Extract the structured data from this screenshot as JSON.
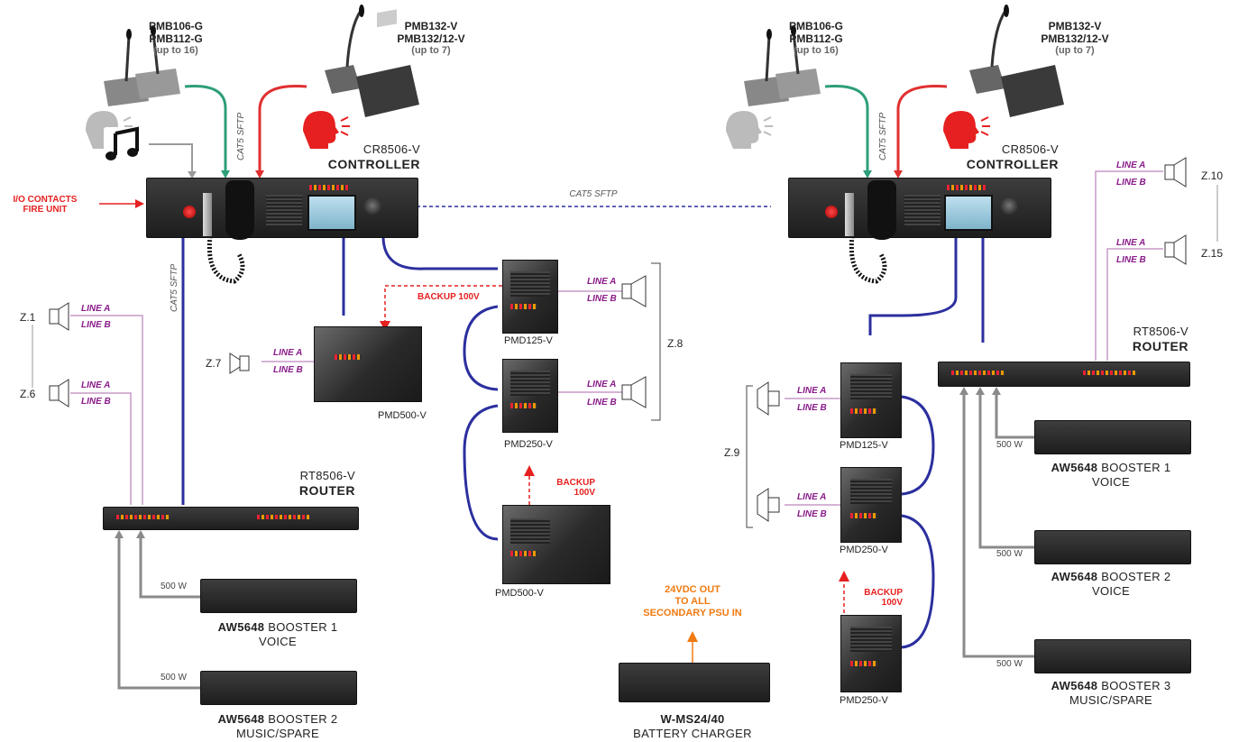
{
  "colors": {
    "line_label": "#8a1c8a",
    "alert": "#e62020",
    "charger_note": "#f07a10",
    "cat5_blue": "#2b2f9e",
    "green_cable": "#2e9e7a",
    "red_cable": "#e03030",
    "speaker_wire": "#c79ac7"
  },
  "left": {
    "pmb_std": {
      "line1": "PMB106-G",
      "line2": "PMB112-G",
      "note": "(up to 16)"
    },
    "pmb_v": {
      "line1": "PMB132-V",
      "line2": "PMB132/12-V",
      "note": "(up to 7)"
    },
    "cable_vertical": "CAT5 SFTP",
    "cable_router": "CAT5 SFTP",
    "controller": {
      "model": "CR8506-V",
      "name": "CONTROLLER"
    },
    "io_contacts": {
      "line1": "I/O CONTACTS",
      "line2": "FIRE UNIT"
    },
    "zone1": {
      "name": "Z.1",
      "line_a": "LINE A",
      "line_b": "LINE B"
    },
    "zone6": {
      "name": "Z.6",
      "line_a": "LINE A",
      "line_b": "LINE B"
    },
    "zone7": {
      "name": "Z.7",
      "line_a": "LINE A",
      "line_b": "LINE B"
    },
    "zone8": {
      "name": "Z.8",
      "line_a1": "LINE A",
      "line_b1": "LINE B",
      "line_a2": "LINE A",
      "line_b2": "LINE B"
    },
    "pmd500_top": "PMD500-V",
    "pmd125": "PMD125-V",
    "pmd250": "PMD250-V",
    "pmd500_bottom": "PMD500-V",
    "backup_100v_a": "BACKUP 100V",
    "backup_100v_b": {
      "line1": "BACKUP",
      "line2": "100V"
    },
    "router": {
      "model": "RT8506-V",
      "name": "ROUTER"
    },
    "booster1": {
      "watts": "500 W",
      "model": "AW5648",
      "role": "BOOSTER 1",
      "sub": "VOICE"
    },
    "booster2": {
      "watts": "500 W",
      "model": "AW5648",
      "role": "BOOSTER 2",
      "sub": "MUSIC/SPARE"
    }
  },
  "link_cable": "CAT5 SFTP",
  "charger": {
    "note_line1": "24VDC OUT",
    "note_line2": "TO ALL",
    "note_line3": "SECONDARY PSU IN",
    "model": "W-MS24/40",
    "name": "BATTERY CHARGER"
  },
  "right": {
    "pmb_std": {
      "line1": "PMB106-G",
      "line2": "PMB112-G",
      "note": "(up to 16)"
    },
    "pmb_v": {
      "line1": "PMB132-V",
      "line2": "PMB132/12-V",
      "note": "(up to 7)"
    },
    "cable_vertical": "CAT5 SFTP",
    "controller": {
      "model": "CR8506-V",
      "name": "CONTROLLER"
    },
    "zone10": {
      "name": "Z.10",
      "line_a": "LINE A",
      "line_b": "LINE B"
    },
    "zone15": {
      "name": "Z.15",
      "line_a": "LINE A",
      "line_b": "LINE B"
    },
    "zone9": {
      "name": "Z.9",
      "line_a1": "LINE A",
      "line_b1": "LINE B",
      "line_a2": "LINE A",
      "line_b2": "LINE B"
    },
    "router": {
      "model": "RT8506-V",
      "name": "ROUTER"
    },
    "pmd125": "PMD125-V",
    "pmd250_a": "PMD250-V",
    "pmd250_b": "PMD250-V",
    "backup_100v": {
      "line1": "BACKUP",
      "line2": "100V"
    },
    "booster1": {
      "watts": "500 W",
      "model": "AW5648",
      "role": "BOOSTER 1",
      "sub": "VOICE"
    },
    "booster2": {
      "watts": "500 W",
      "model": "AW5648",
      "role": "BOOSTER 2",
      "sub": "VOICE"
    },
    "booster3": {
      "watts": "500 W",
      "model": "AW5648",
      "role": "BOOSTER 3",
      "sub": "MUSIC/SPARE"
    }
  }
}
